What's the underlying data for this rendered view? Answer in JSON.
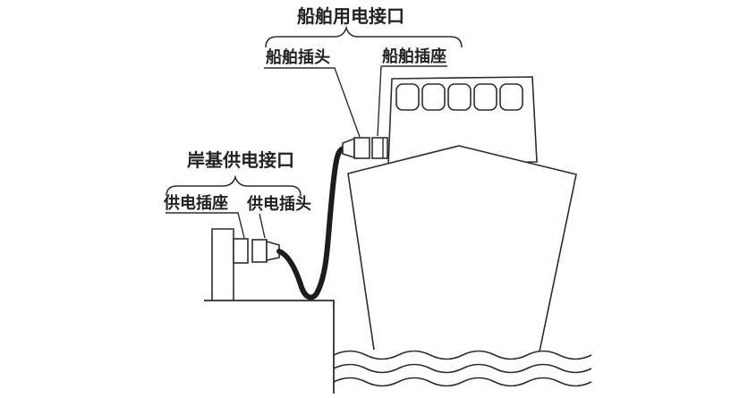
{
  "diagram": {
    "type": "ship-shore-power-connection-diagram",
    "background_color": "#ffffff",
    "line_color": "#2d2d2d",
    "cable_color": "#1c1c1c",
    "labels": {
      "ship_interface": "船舶用电接口",
      "ship_plug": "船舶插头",
      "ship_socket": "船舶插座",
      "shore_interface": "岸基供电接口",
      "shore_socket": "供电插座",
      "shore_plug": "供电插头"
    },
    "elements": {
      "ship_window_count": 5,
      "wave_line_count": 3
    }
  }
}
